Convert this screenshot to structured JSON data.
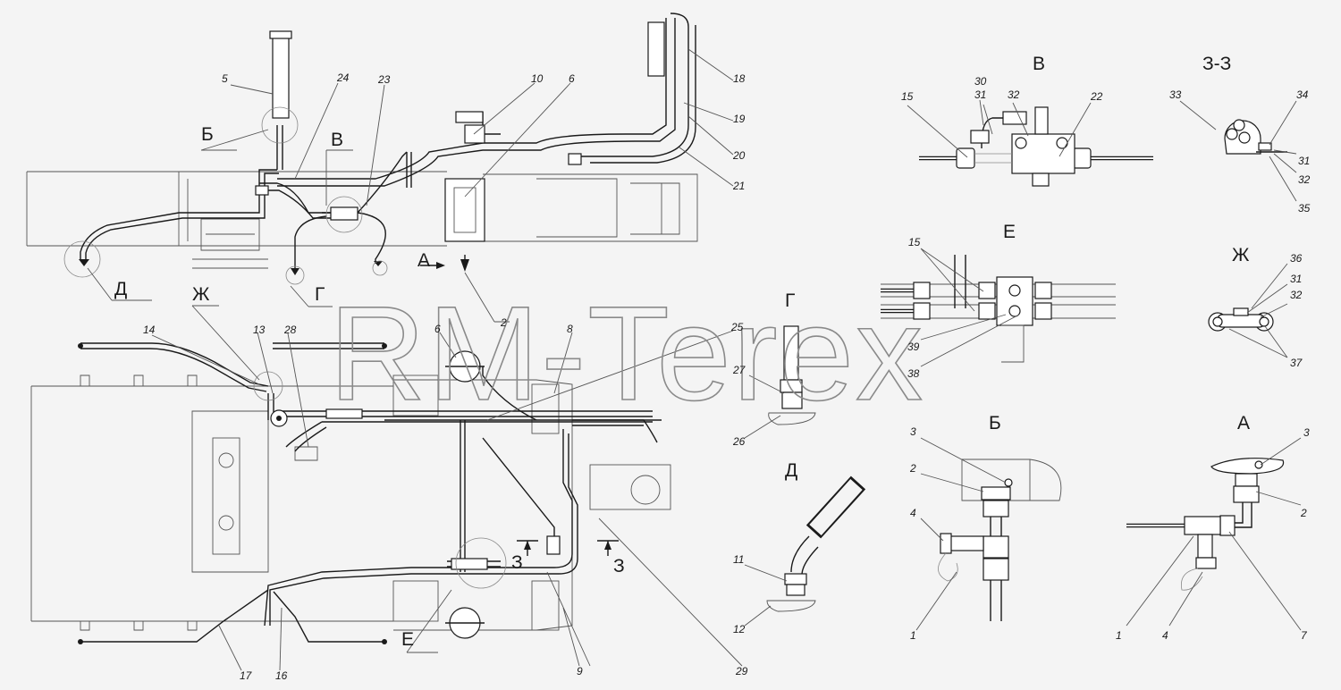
{
  "watermark": "RM-Terex",
  "views": [
    "Б",
    "В",
    "Д",
    "Г",
    "А",
    "Ж",
    "З-З",
    "Е",
    "Г",
    "Д",
    "Б",
    "А",
    "В",
    "Е",
    "Ж",
    "З",
    "З"
  ],
  "numbers": [
    "5",
    "24",
    "23",
    "10",
    "6",
    "18",
    "19",
    "20",
    "21",
    "2",
    "14",
    "13",
    "28",
    "6",
    "8",
    "25",
    "17",
    "16",
    "9",
    "29",
    "15",
    "30",
    "31",
    "32",
    "22",
    "33",
    "34",
    "31",
    "32",
    "35",
    "15",
    "39",
    "38",
    "36",
    "31",
    "32",
    "37",
    "27",
    "26",
    "11",
    "12",
    "3",
    "2",
    "4",
    "1",
    "3",
    "2",
    "1",
    "4",
    "7"
  ]
}
